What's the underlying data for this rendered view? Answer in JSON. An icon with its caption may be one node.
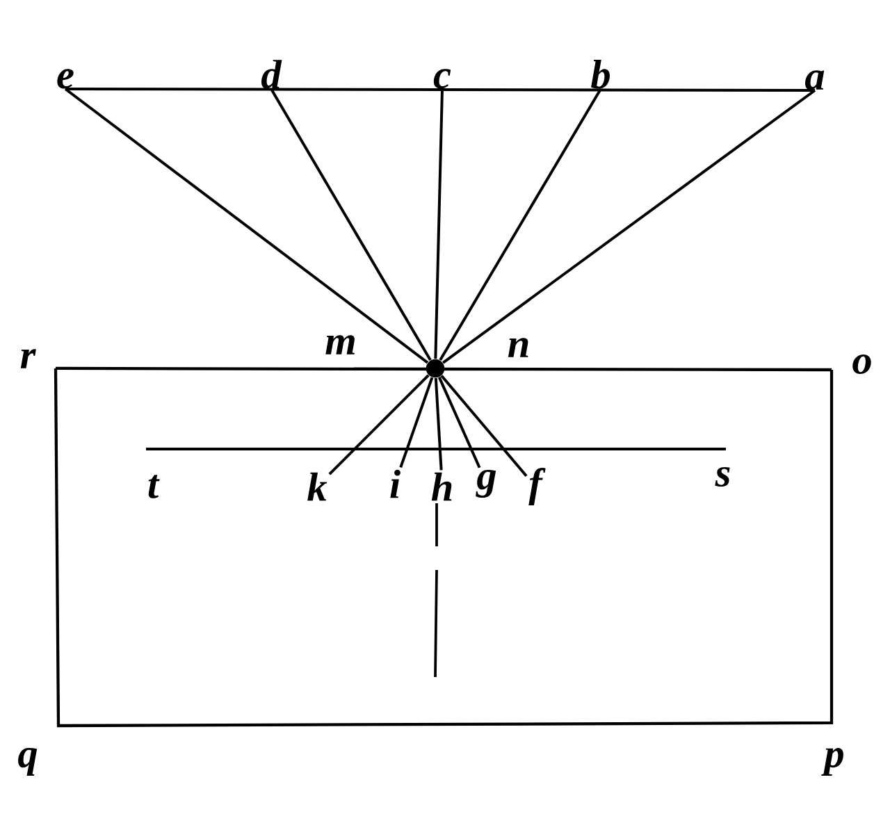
{
  "diagram": {
    "nodes": [
      {
        "text": [
          "e"
        ]
      },
      {
        "text": [
          "d"
        ]
      },
      {
        "text": [
          "c"
        ]
      },
      {
        "text": [
          "b"
        ]
      },
      {
        "text": [
          "a"
        ]
      },
      {
        "text": [],
        "shape": "circle"
      },
      {
        "text": [
          "k"
        ]
      },
      {
        "text": [
          "i"
        ]
      },
      {
        "text": [
          "h"
        ]
      },
      {
        "text": [
          "g"
        ]
      },
      {
        "text": [
          "f"
        ]
      }
    ],
    "edges": [
      {
        "from": 0,
        "to": 4,
        "arrow": "none"
      },
      {
        "from": 4,
        "to": 5,
        "arrow": "none"
      },
      {
        "from": 5,
        "to": 6,
        "arrow": "none"
      },
      {
        "from": 3,
        "to": 5,
        "arrow": "none"
      },
      {
        "from": 5,
        "to": 7,
        "arrow": "none"
      },
      {
        "from": 2,
        "to": 5,
        "arrow": "none"
      },
      {
        "from": 5,
        "to": 8,
        "arrow": "none"
      },
      {
        "from": 1,
        "to": 5,
        "arrow": "none"
      },
      {
        "from": 5,
        "to": 9,
        "arrow": "none"
      },
      {
        "from": 0,
        "to": 5,
        "arrow": "none"
      },
      {
        "from": 5,
        "to": 10,
        "arrow": "none"
      }
    ],
    "labels": [
      "r",
      "m",
      "n",
      "o",
      "t",
      "s",
      "q",
      "p"
    ]
  }
}
